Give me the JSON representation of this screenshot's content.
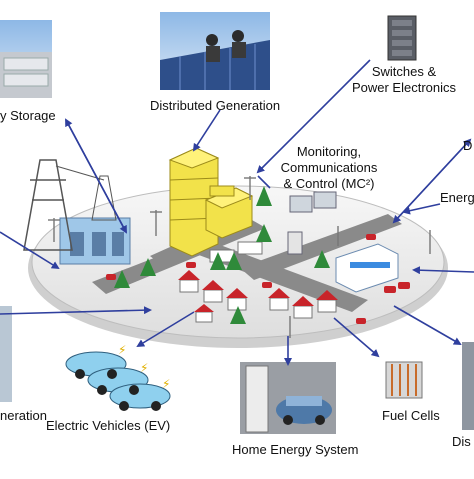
{
  "labels": {
    "energy_storage": "y Storage",
    "distributed_generation": "Distributed Generation",
    "switches_line1": "Switches &",
    "switches_line2": "Power Electronics",
    "mc2_line1": "Monitoring,",
    "mc2_line2": "Communications",
    "mc2_line3": "& Control (MC²)",
    "right_top": "D",
    "right_mid": "Energ",
    "bottom_left": "neration",
    "ev": "Electric Vehicles (EV)",
    "home": "Home Energy System",
    "fuel": "Fuel Cells",
    "bottom_right": "Dis"
  },
  "colors": {
    "arrow": "#2f3f9e",
    "road": "#8a8a8a",
    "platform": "#eeeeee",
    "building_yellow": "#f2e24a",
    "roof_red": "#c8242a",
    "tree": "#2f8a3a"
  }
}
